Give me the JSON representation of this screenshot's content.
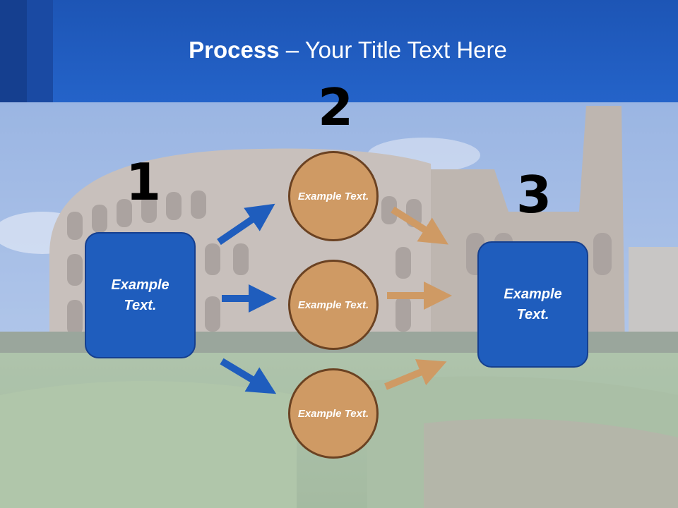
{
  "title": {
    "bold": "Process",
    "rest": " – Your Title Text Here"
  },
  "steps": [
    {
      "number": "1",
      "text": "Example Text."
    },
    {
      "number": "2"
    },
    {
      "number": "3",
      "text": "Example Text."
    }
  ],
  "circles": [
    {
      "text": "Example Text."
    },
    {
      "text": "Example Text."
    },
    {
      "text": "Example Text."
    }
  ],
  "colors": {
    "header_blue": "#2463c9",
    "box_blue": "#1f5dbd",
    "circle_tan": "#cf9a64",
    "arrow_blue": "#1f5dbd",
    "arrow_tan": "#cf9a64"
  }
}
